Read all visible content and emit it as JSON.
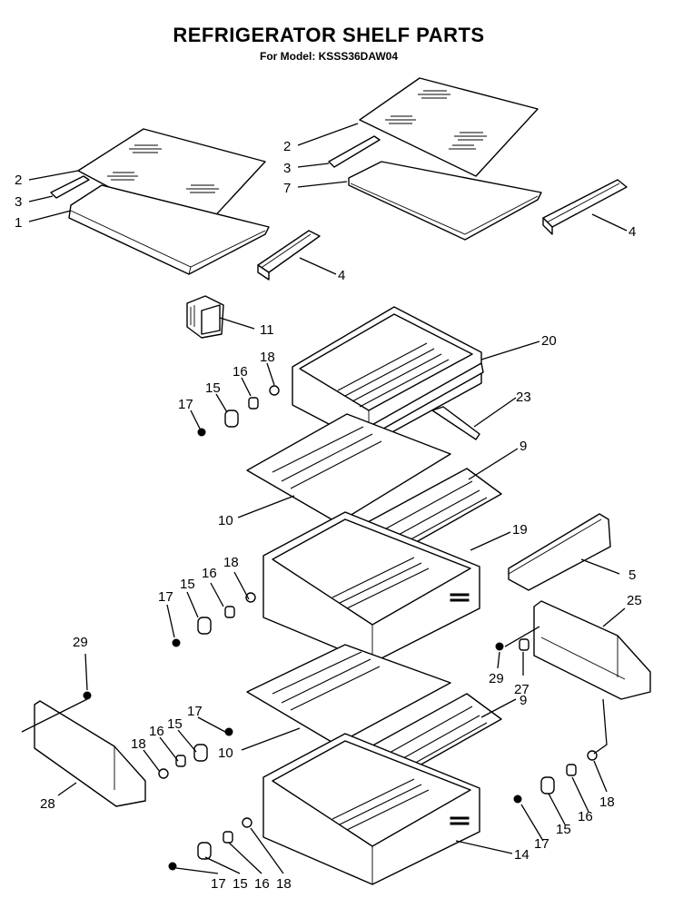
{
  "title": "REFRIGERATOR SHELF PARTS",
  "model_line": "For Model: KSSS36DAW04",
  "callouts": {
    "c2a": "2",
    "c3a": "3",
    "c1": "1",
    "c4a": "4",
    "c2b": "2",
    "c3b": "3",
    "c7": "7",
    "c4b": "4",
    "c11": "11",
    "c20": "20",
    "c23": "23",
    "c18a": "18",
    "c16a": "16",
    "c15a": "15",
    "c17a": "17",
    "c9a": "9",
    "c10a": "10",
    "c19": "19",
    "c5": "5",
    "c18b": "18",
    "c16b": "16",
    "c15b": "15",
    "c17b": "17",
    "c25": "25",
    "c29a": "29",
    "c27": "27",
    "c29b": "29",
    "c28": "28",
    "c17c": "17",
    "c18c": "18",
    "c16c": "16",
    "c15c": "15",
    "c9b": "9",
    "c10b": "10",
    "c18d": "18",
    "c16d": "16",
    "c15d": "15",
    "c17d": "17",
    "c14": "14",
    "c17e": "17",
    "c15e": "15",
    "c16e": "16",
    "c18e": "18"
  }
}
